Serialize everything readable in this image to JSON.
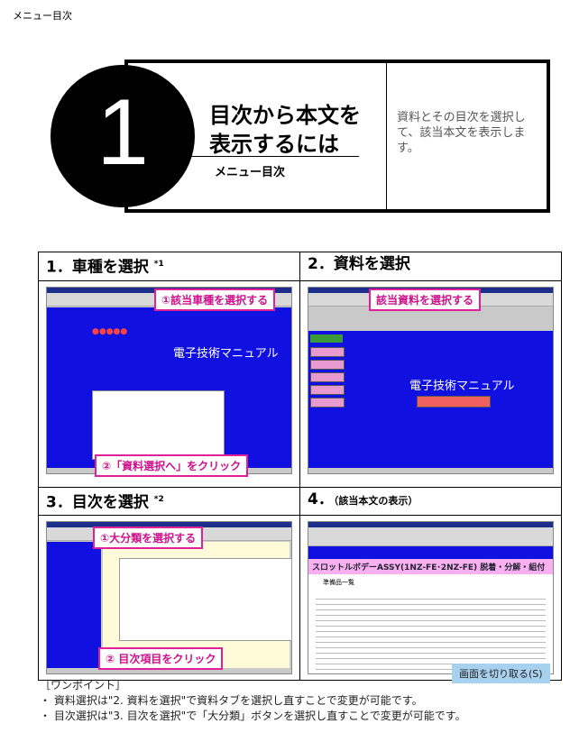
{
  "breadcrumb": "メニュー目次",
  "header": {
    "number": "1",
    "title_line1": "目次から本文を",
    "title_line2": "表示するには",
    "subtitle": "メニュー目次",
    "description": "資料とその目次を選択して、該当本文を表示します。"
  },
  "steps": [
    {
      "title": "1．車種を選択",
      "note": "*1",
      "callouts": [
        "①該当車種を選択する",
        "②「資料選択へ」をクリック"
      ],
      "screen_title": "電子技術マニュアル"
    },
    {
      "title": "2．資料を選択",
      "callouts": [
        "該当資料を選択する"
      ],
      "screen_title": "電子技術マニュアル"
    },
    {
      "title": "3．目次を選択",
      "note": "*2",
      "callouts": [
        "①大分類を選択する",
        "② 目次項目をクリック"
      ]
    },
    {
      "title": "4．",
      "title_suffix": "（該当本文の表示）",
      "screen_title": "スロットルボデーASSY(1NZ-FE･2NZ-FE) 脱着・分解・組付",
      "screen_subtitle": "準備品一覧"
    }
  ],
  "snip_tooltip": "画面を切り取る(S)",
  "one_point": {
    "heading": "［ワンポイント］",
    "items": [
      "資料選択は\"2. 資料を選択\"で資料タブを選択し直すことで変更が可能です。",
      "目次選択は\"3. 目次を選択\"で「大分類」ボタンを選択し直すことで変更が可能です。"
    ]
  },
  "colors": {
    "callout": "#e0209a",
    "screen_blue": "#1010e0",
    "menu_pink": "#e89ad0"
  }
}
